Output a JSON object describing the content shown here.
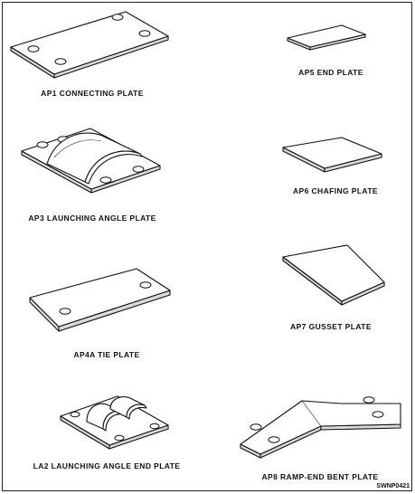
{
  "figure": {
    "code": "SWNP0421",
    "parts": [
      {
        "label": "AP1 CONNECTING PLATE"
      },
      {
        "label": "AP5 END PLATE"
      },
      {
        "label": "AP3 LAUNCHING ANGLE PLATE"
      },
      {
        "label": "AP6 CHAFING PLATE"
      },
      {
        "label": "AP7 GUSSET PLATE"
      },
      {
        "label": "AP4A TIE PLATE"
      },
      {
        "label": "LA2 LAUNCHING ANGLE END PLATE"
      },
      {
        "label": "AP8 RAMP-END BENT PLATE"
      }
    ]
  }
}
